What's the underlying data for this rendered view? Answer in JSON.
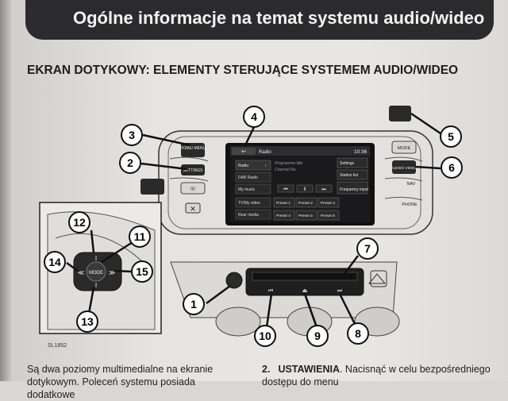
{
  "header": {
    "title": "Ogólne informacje na temat systemu audio/wideo"
  },
  "section": {
    "title": "EKRAN DOTYKOWY: ELEMENTY STERUJĄCE SYSTEMEM AUDIO/WIDEO"
  },
  "head_unit": {
    "left_buttons": {
      "home_menu": "HOME/ MENU",
      "settings": "SETTINGS"
    },
    "right_buttons": {
      "mode": "MODE",
      "audio_video": "AUDIO/ VIDEO",
      "nav": "NAV",
      "phone": "PHONE"
    },
    "screen": {
      "title": "Radio",
      "time": "10:36",
      "sources": [
        "Radio",
        "DAB Radio",
        "My music",
        "TV/My video",
        "Rear media"
      ],
      "programme_lines": [
        "Programme title",
        "Channel No."
      ],
      "side_buttons": [
        "Settings",
        "Station list",
        "Frequency input"
      ],
      "presets": [
        "Preset 1",
        "Preset 2",
        "Preset 3",
        "Preset 4",
        "Preset 5",
        "Preset 6"
      ]
    }
  },
  "steering_wheel": {
    "center_label": "MODE",
    "arrows": [
      "≪",
      "≫"
    ],
    "code": "SL1852"
  },
  "callouts": [
    "1",
    "2",
    "3",
    "4",
    "5",
    "6",
    "7",
    "8",
    "9",
    "10",
    "11",
    "12",
    "13",
    "14",
    "15"
  ],
  "body_text": {
    "left": "Są dwa poziomy multimedialne na ekranie dotykowym. Poleceń systemu posiada dodatkowe",
    "right_number": "2.",
    "right_term": "USTAWIENIA",
    "right_text": ". Nacisnąć w celu bezpośredniego dostępu do menu"
  }
}
